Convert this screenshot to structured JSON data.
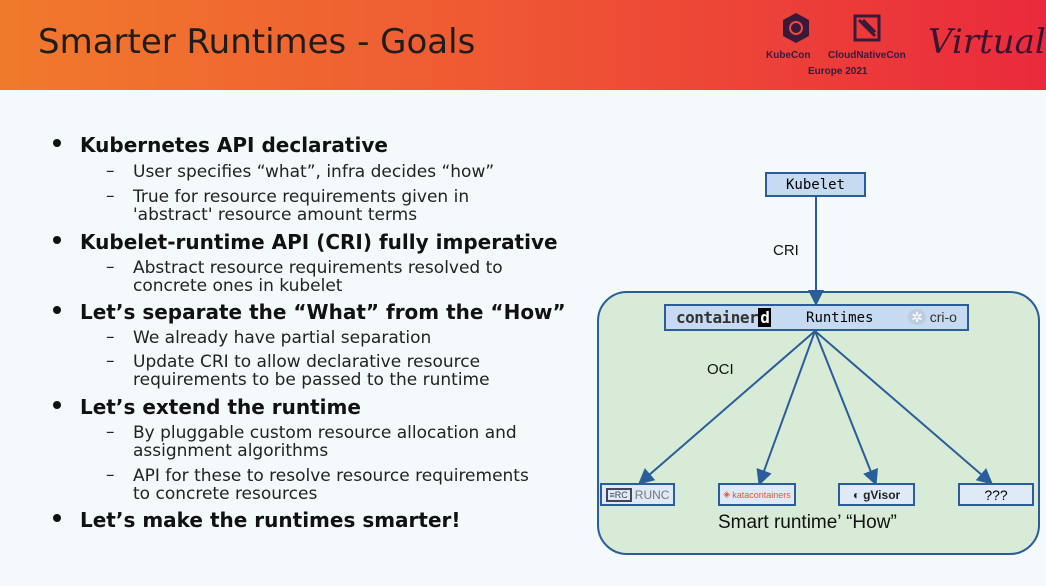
{
  "header": {
    "title": "Smarter Runtimes - Goals",
    "logos": {
      "kubecon": "KubeCon",
      "cloudnativecon": "CloudNativeCon",
      "event": "Europe 2021",
      "virtual": "Virtual"
    }
  },
  "bullets": [
    {
      "text": "Kubernetes API declarative",
      "subs": [
        [
          "User specifies “what”, infra decides “how”"
        ],
        [
          "True for resource requirements given in",
          "'abstract' resource amount terms"
        ]
      ]
    },
    {
      "text": "Kubelet-runtime API (CRI) fully imperative",
      "subs": [
        [
          "Abstract resource requirements resolved to",
          "concrete ones in kubelet"
        ]
      ]
    },
    {
      "text": "Let’s separate the “What” from the “How”",
      "subs": [
        [
          "We already have partial separation"
        ],
        [
          "Update CRI to allow declarative resource",
          "requirements to be passed to the runtime"
        ]
      ]
    },
    {
      "text": "Let’s extend the runtime",
      "subs": [
        [
          "By pluggable custom resource allocation and",
          "assignment algorithms"
        ],
        [
          "API for these to resolve resource requirements",
          "to concrete resources"
        ]
      ]
    },
    {
      "text": "Let’s make the runtimes smarter!",
      "subs": []
    }
  ],
  "diagram": {
    "kubelet": "Kubelet",
    "cri": "CRI",
    "oci": "OCI",
    "containerd": "container",
    "containerd_d": "d",
    "runtimes": "Runtimes",
    "crio": "cri-o",
    "runc": "RUNC",
    "kata": "katacontainers",
    "gvisor": "gVisor",
    "unknown": "???",
    "caption": "Smart runtime’ “How”"
  }
}
